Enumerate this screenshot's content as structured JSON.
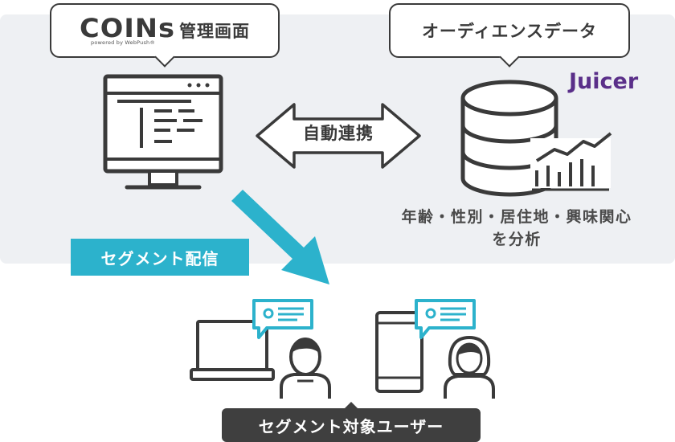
{
  "coins_bubble": {
    "logo_text": "COINs",
    "logo_subtext": "powered by WebPush®",
    "label": "管理画面"
  },
  "audience_bubble": {
    "label": "オーディエンスデータ"
  },
  "juicer_logo": "Juicer",
  "sync_arrow_label": "自動連携",
  "analysis_caption": {
    "line1": "年齢・性別・居住地・興味関心",
    "line2": "を分析"
  },
  "segment_delivery_label": "セグメント配信",
  "segment_target_label": "セグメント対象ユーザー",
  "colors": {
    "accent": "#2cb2cc",
    "dark": "#3f3f3f",
    "panel": "#eef0f3",
    "brand": "#5a2f89"
  }
}
